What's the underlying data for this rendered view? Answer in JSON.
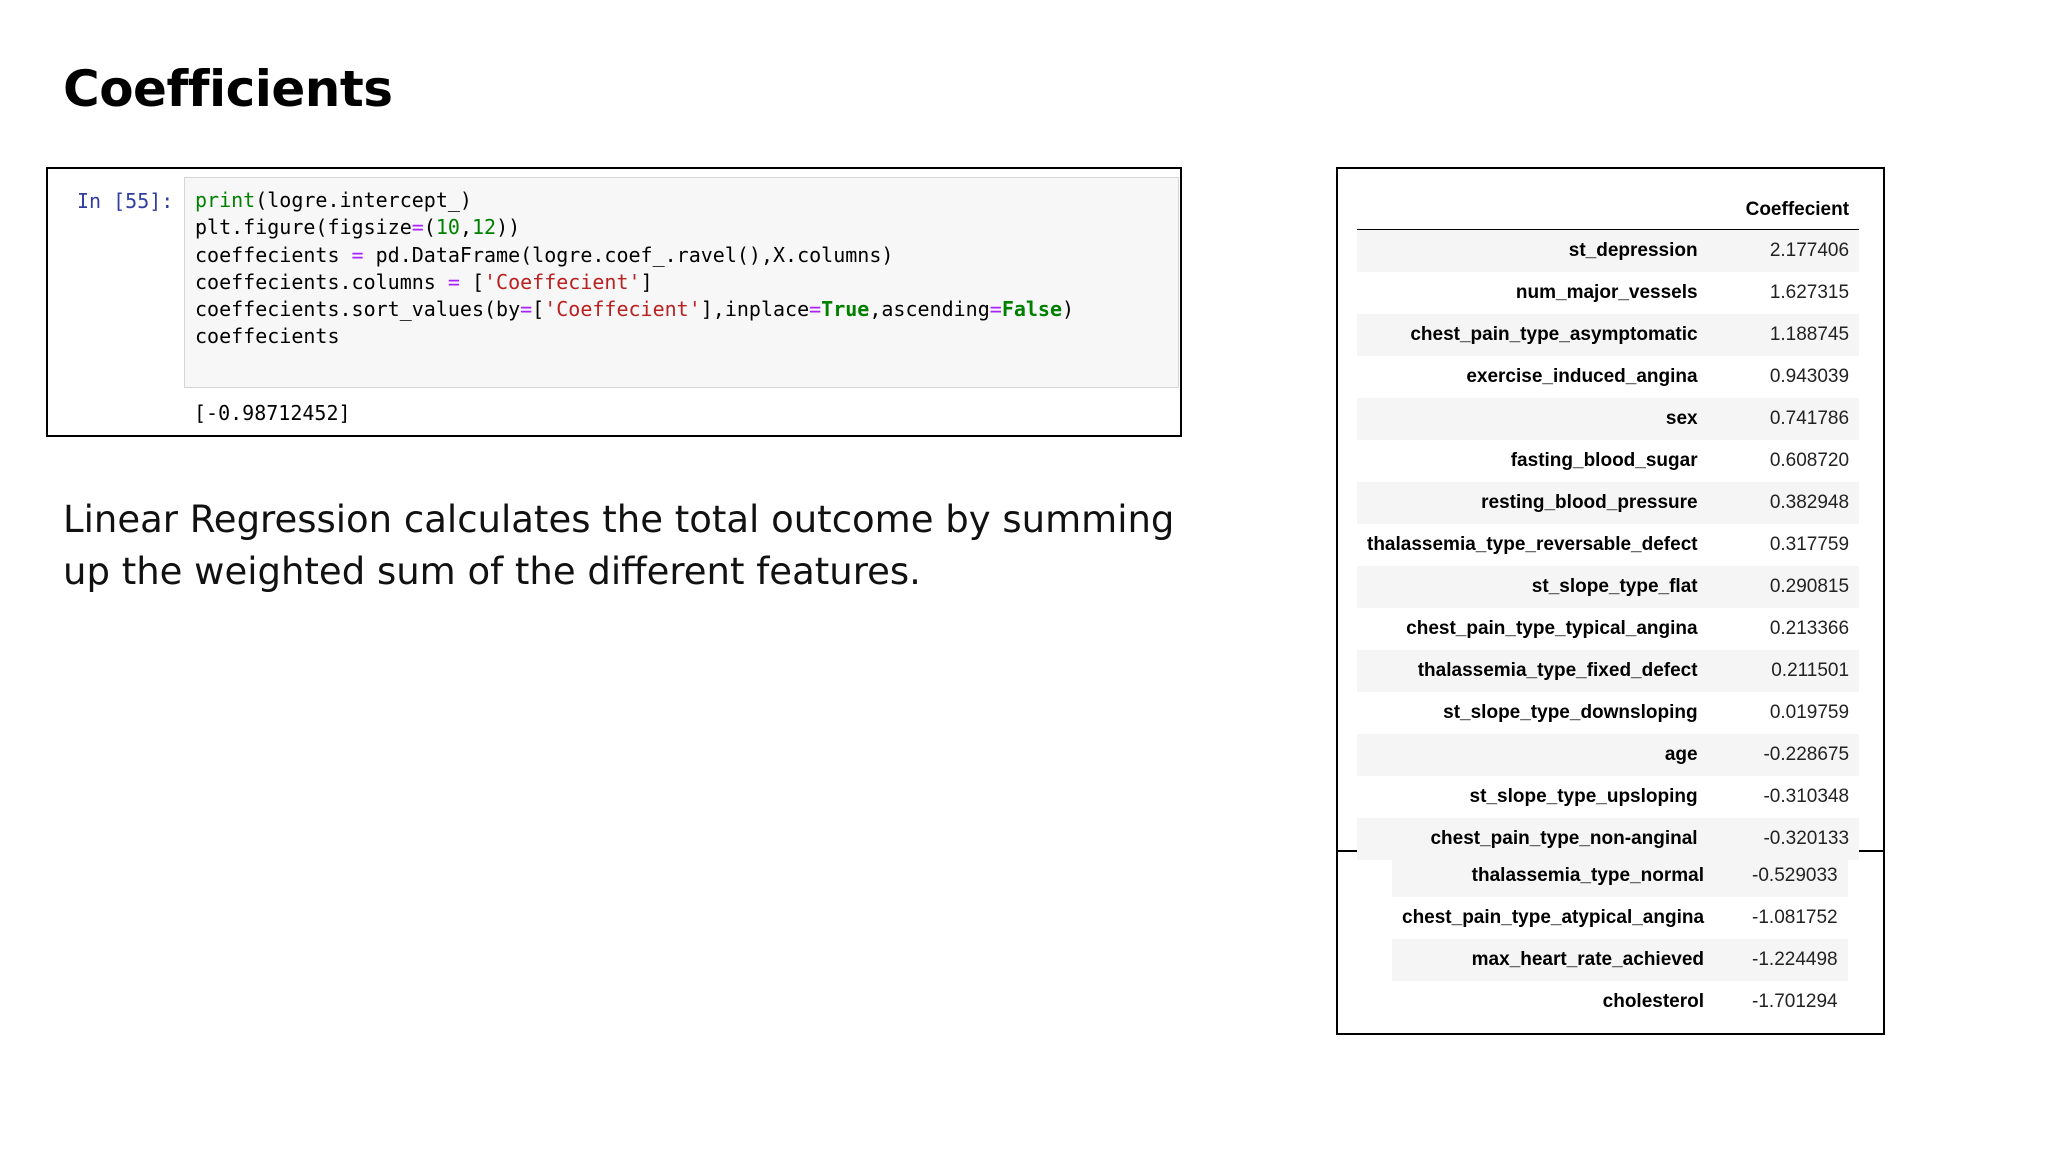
{
  "title": "Coefficients",
  "notebook_cell": {
    "prompt": "In [55]:",
    "output": "[-0.98712452]"
  },
  "description": "Linear Regression calculates the total outcome by summing up the weighted sum of the different features.",
  "table": {
    "column_header": "Coeffecient",
    "rows_top": [
      {
        "feature": "st_depression",
        "value": "2.177406"
      },
      {
        "feature": "num_major_vessels",
        "value": "1.627315"
      },
      {
        "feature": "chest_pain_type_asymptomatic",
        "value": "1.188745"
      },
      {
        "feature": "exercise_induced_angina",
        "value": "0.943039"
      },
      {
        "feature": "sex",
        "value": "0.741786"
      },
      {
        "feature": "fasting_blood_sugar",
        "value": "0.608720"
      },
      {
        "feature": "resting_blood_pressure",
        "value": "0.382948"
      },
      {
        "feature": "thalassemia_type_reversable_defect",
        "value": "0.317759"
      },
      {
        "feature": "st_slope_type_flat",
        "value": "0.290815"
      },
      {
        "feature": "chest_pain_type_typical_angina",
        "value": "0.213366"
      },
      {
        "feature": "thalassemia_type_fixed_defect",
        "value": "0.211501"
      },
      {
        "feature": "st_slope_type_downsloping",
        "value": "0.019759"
      },
      {
        "feature": "age",
        "value": "-0.228675"
      },
      {
        "feature": "st_slope_type_upsloping",
        "value": "-0.310348"
      },
      {
        "feature": "chest_pain_type_non-anginal",
        "value": "-0.320133"
      }
    ],
    "rows_bottom": [
      {
        "feature": "thalassemia_type_normal",
        "value": "-0.529033"
      },
      {
        "feature": "chest_pain_type_atypical_angina",
        "value": "-1.081752"
      },
      {
        "feature": "max_heart_rate_achieved",
        "value": "-1.224498"
      },
      {
        "feature": "cholesterol",
        "value": "-1.701294"
      }
    ]
  }
}
